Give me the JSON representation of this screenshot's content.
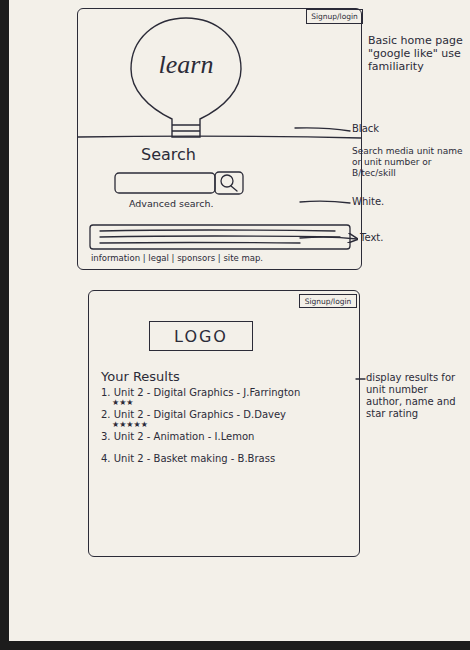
{
  "diagram": {
    "nodes": [
      {
        "text": [
          "Search",
          "Advanced search.",
          "information | legal | sponsors | site map."
        ]
      },
      {
        "text": [
          "Signup/login"
        ],
        "in": 0
      },
      {
        "text": [
          "learn"
        ],
        "in": 0
      },
      {
        "text": [
          "Your Results",
          "1. Unit 2 - Digital Graphics - J.Farrington",
          "2. Unit 2 - Digital Graphics - D.Davey",
          "3. Unit 2 - Animation - I.Lemon",
          "4. Unit 2 - Basket making - B.Brass"
        ]
      },
      {
        "text": [
          "Signup/login"
        ],
        "in": 3
      },
      {
        "text": [
          "LOGO"
        ],
        "in": 3
      }
    ],
    "labels": [
      "Basic home page \"google like\" use familiarity",
      "Black",
      "Search media unit name or unit number or B/tec/skill",
      "White.",
      "Text.",
      "display results for unit number author, name and star rating",
      "★★★",
      "★★★★★"
    ]
  }
}
